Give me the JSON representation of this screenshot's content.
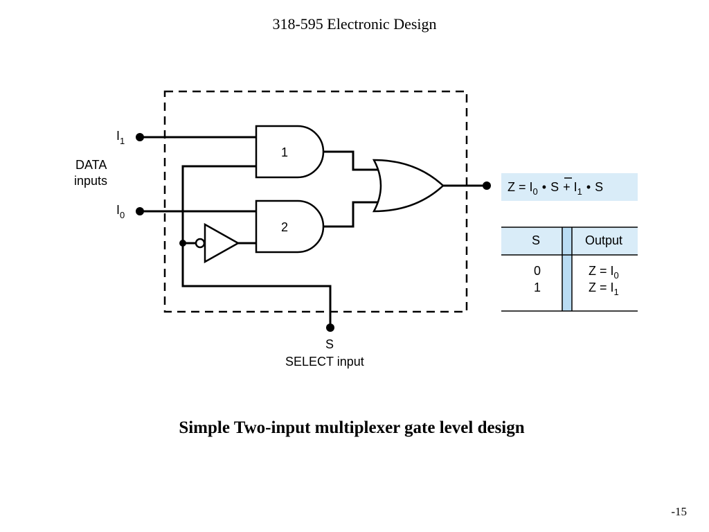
{
  "header": {
    "title": "318-595 Electronic Design"
  },
  "circuit": {
    "input_i1": {
      "base": "I",
      "sub": "1"
    },
    "input_i0": {
      "base": "I",
      "sub": "0"
    },
    "data_label": {
      "line1": "DATA",
      "line2": "inputs"
    },
    "gate1_label": "1",
    "gate2_label": "2",
    "select_label": {
      "line1": "S",
      "line2": "SELECT input"
    }
  },
  "equation": {
    "z": "Z = I",
    "i0_sub": "0",
    "dot1": "•",
    "s_bar": "S",
    "plus_i": "+ I",
    "i1_sub": "1",
    "dot2": "•",
    "s": "S"
  },
  "truth_table": {
    "header_s": "S",
    "header_output": "Output",
    "rows": [
      {
        "s": "0",
        "out": "Z = I",
        "sub": "0"
      },
      {
        "s": "1",
        "out": "Z = I",
        "sub": "1"
      }
    ]
  },
  "caption": "Simple Two-input multiplexer gate level design",
  "page_number": "-15",
  "colors": {
    "table_fill": "#d9ecf8",
    "accent_bar": "#b9dcf3"
  }
}
